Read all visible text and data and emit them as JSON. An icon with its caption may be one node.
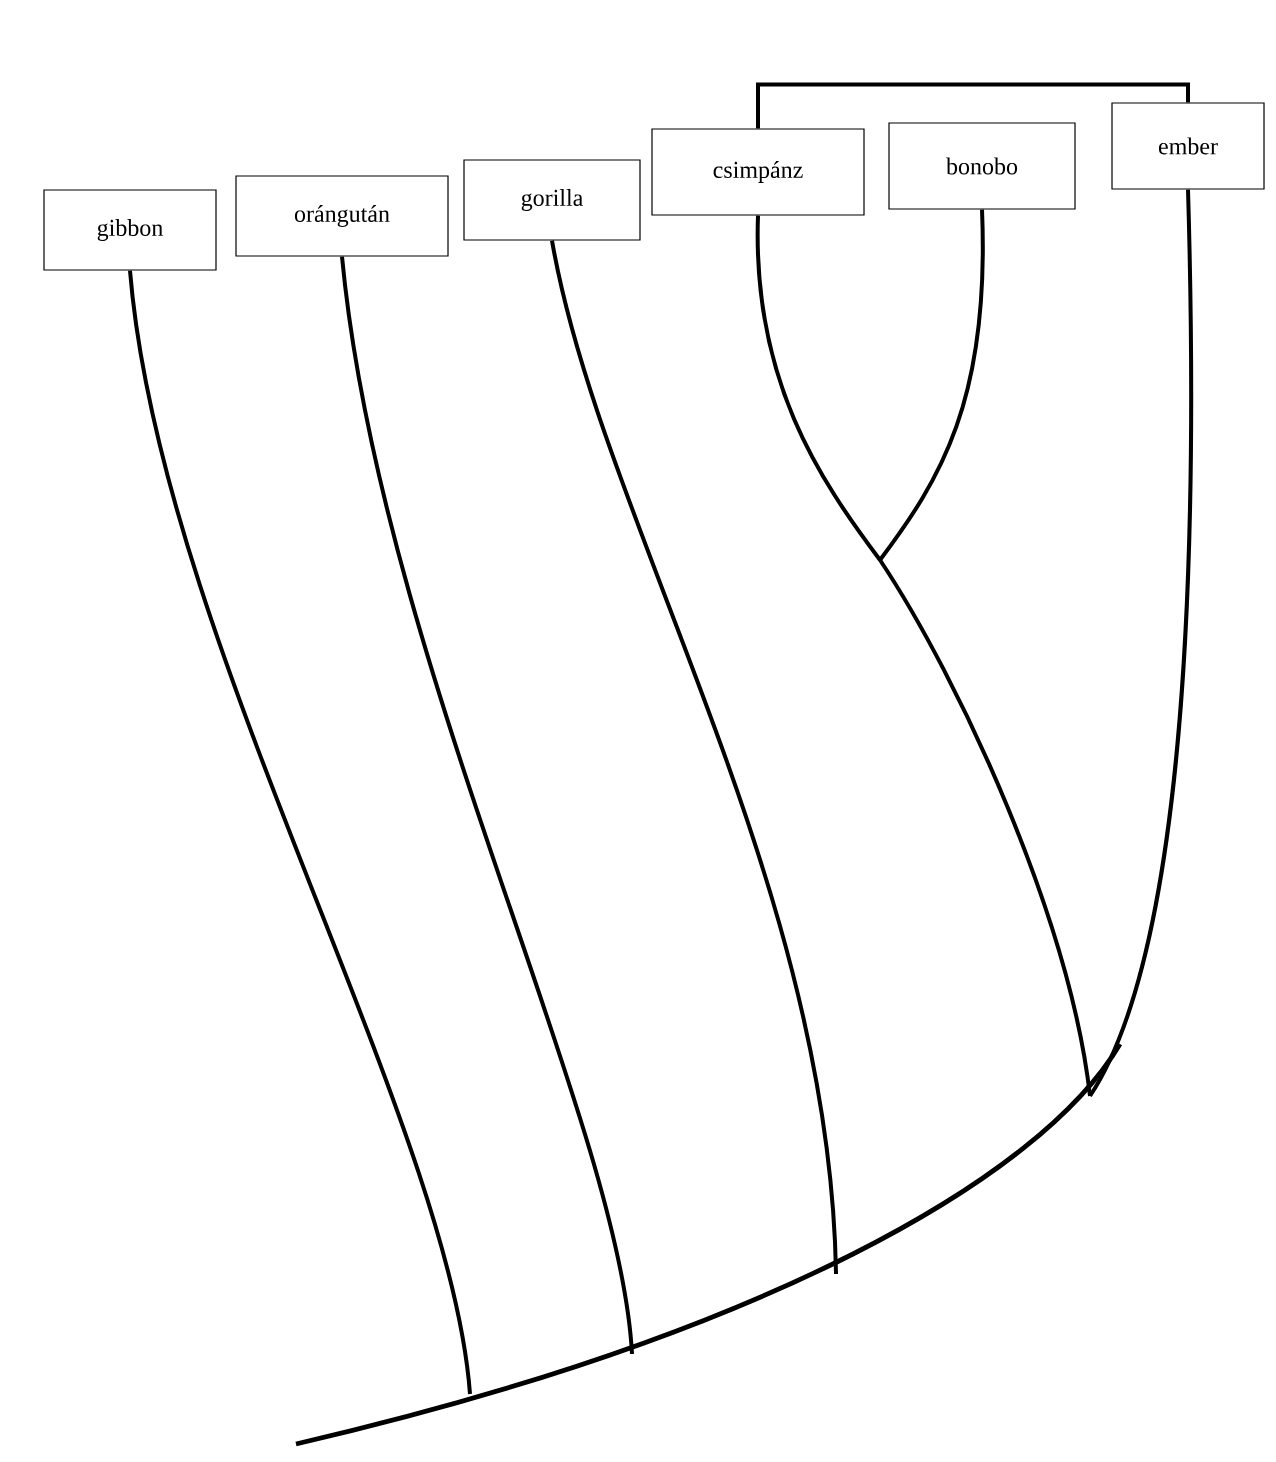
{
  "diagram": {
    "nodes": [
      {
        "text": [
          "gibbon"
        ]
      },
      {
        "text": [
          "orángután"
        ]
      },
      {
        "text": [
          "gorilla"
        ]
      },
      {
        "text": [
          "csimpánz"
        ]
      },
      {
        "text": [
          "bonobo"
        ]
      },
      {
        "text": [
          "ember"
        ]
      }
    ],
    "edges": [
      {
        "from": 0,
        "to": null,
        "arrow": "none"
      },
      {
        "from": 1,
        "to": null,
        "arrow": "none"
      },
      {
        "from": 2,
        "to": null,
        "arrow": "none"
      },
      {
        "from": 3,
        "to": null,
        "arrow": "none"
      },
      {
        "from": 4,
        "to": null,
        "arrow": "none"
      },
      {
        "from": 5,
        "to": null,
        "arrow": "none"
      },
      {
        "from": 3,
        "to": 5,
        "arrow": "none"
      }
    ]
  }
}
